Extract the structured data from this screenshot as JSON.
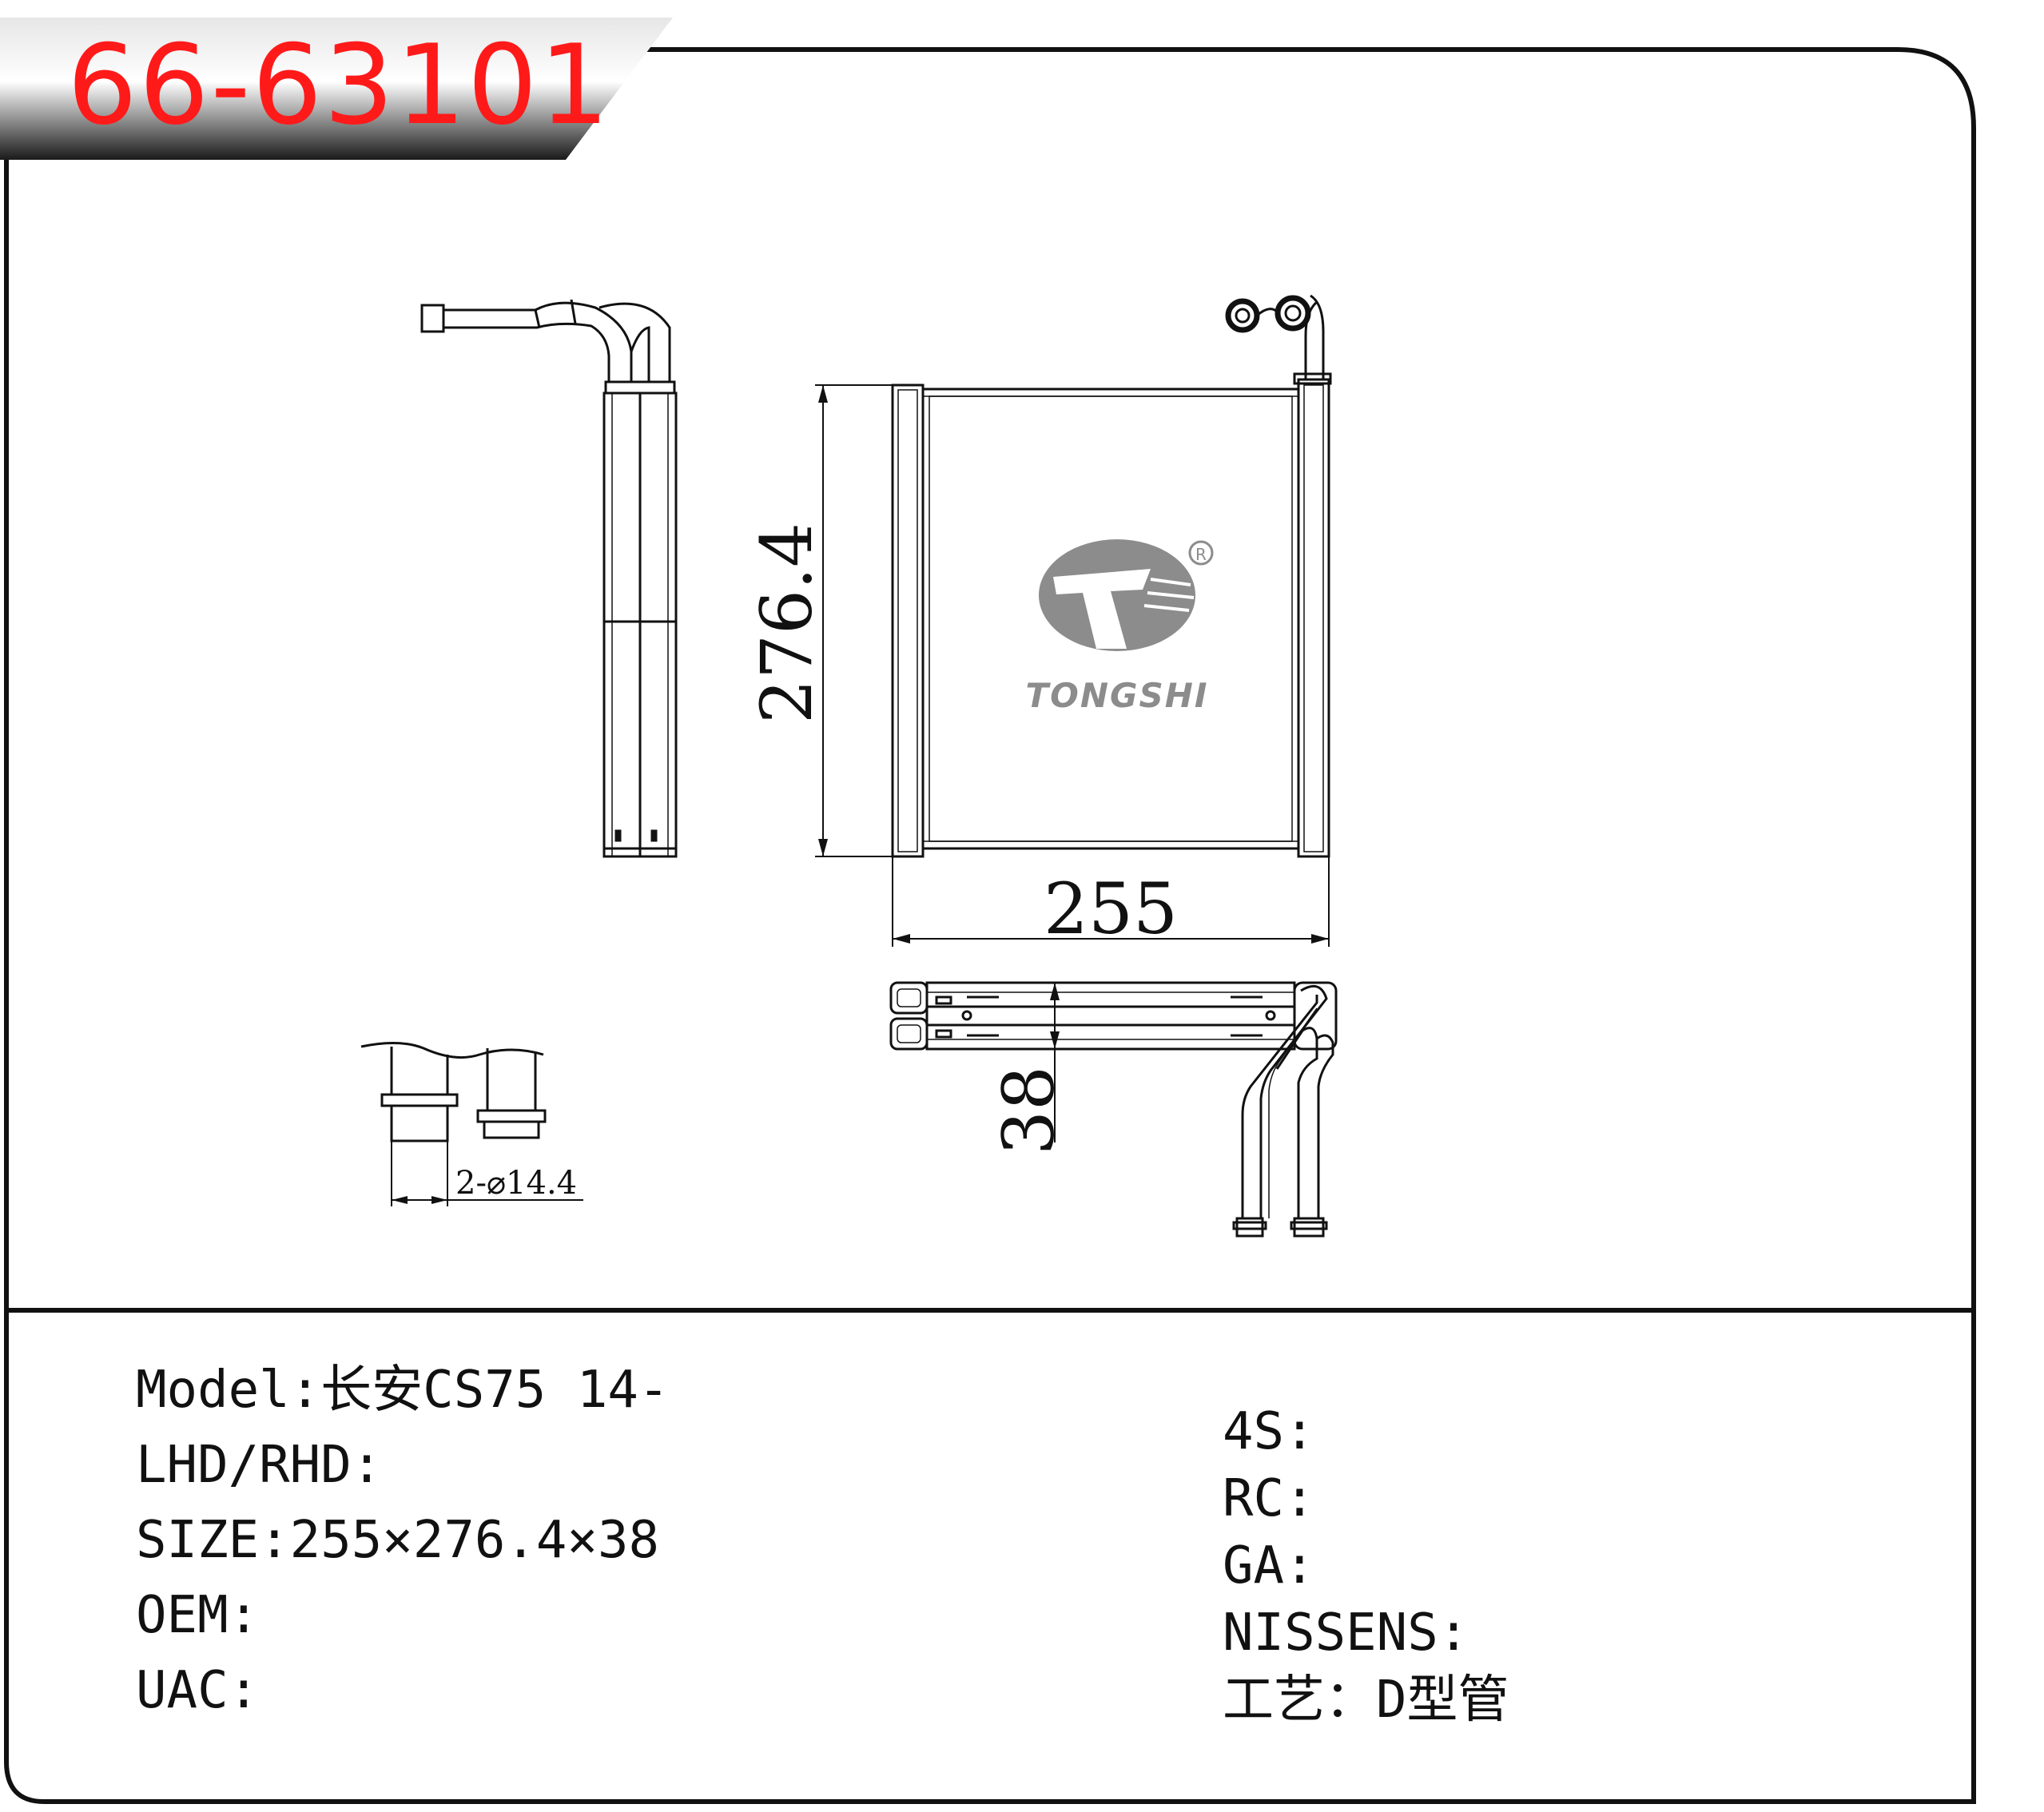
{
  "part_number": "66-63101",
  "brand": {
    "name": "TONGSHI",
    "registered_mark": "R"
  },
  "dimensions": {
    "height": "276.4",
    "width": "255",
    "depth": "38",
    "pipe": "2-⌀14.4"
  },
  "specs_left": [
    {
      "label": "Model",
      "sep": ":",
      "value": "长安CS75 14-"
    },
    {
      "label": "LHD/RHD",
      "sep": ":",
      "value": ""
    },
    {
      "label": "SIZE",
      "sep": ":",
      "value": "255×276.4×38"
    },
    {
      "label": "OEM",
      "sep": ":",
      "value": ""
    },
    {
      "label": "UAC",
      "sep": ":",
      "value": ""
    }
  ],
  "specs_right": [
    {
      "label": "4S",
      "sep": ":",
      "value": ""
    },
    {
      "label": "RC",
      "sep": ":",
      "value": ""
    },
    {
      "label": "GA",
      "sep": ":",
      "value": ""
    },
    {
      "label": "NISSENS",
      "sep": ":",
      "value": ""
    },
    {
      "label": "工艺",
      "sep": "：",
      "value": "D型管"
    }
  ],
  "colors": {
    "title_red": "#ff1a1a",
    "logo_gray": "#8c8c8c",
    "line": "#111111"
  }
}
